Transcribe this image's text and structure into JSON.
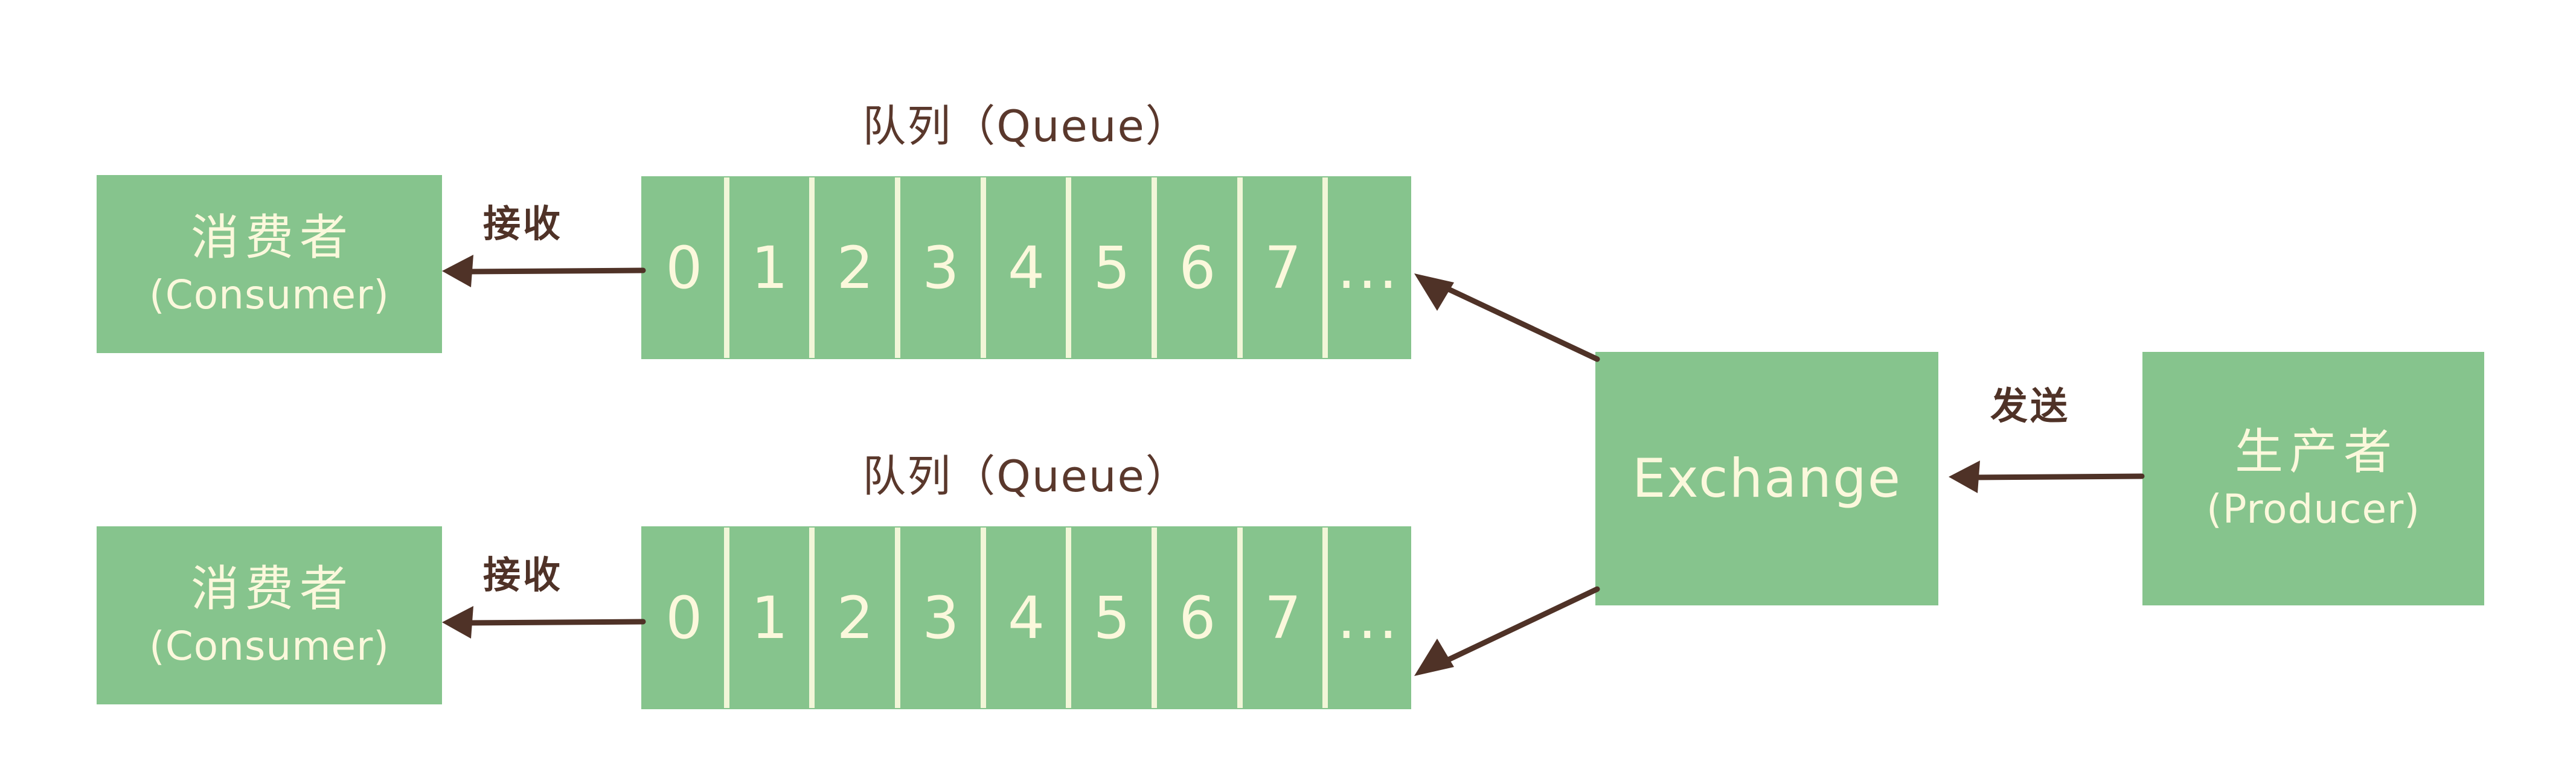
{
  "diagram": {
    "title": "RabbitMQ Producer / Exchange / Queue / Consumer flow",
    "colors": {
      "box_fill": "#86c48d",
      "box_text": "#fbf8dc",
      "ink": "#4f3227",
      "divider": "#f2f6d8",
      "background": "#ffffff"
    }
  },
  "consumers": [
    {
      "cn": "消费者",
      "en": "(Consumer)"
    },
    {
      "cn": "消费者",
      "en": "(Consumer)"
    }
  ],
  "queues": [
    {
      "title": "队列（Queue）",
      "cells": [
        "0",
        "1",
        "2",
        "3",
        "4",
        "5",
        "6",
        "7",
        "..."
      ]
    },
    {
      "title": "队列（Queue）",
      "cells": [
        "0",
        "1",
        "2",
        "3",
        "4",
        "5",
        "6",
        "7",
        "..."
      ]
    }
  ],
  "exchange": {
    "label": "Exchange"
  },
  "producer": {
    "cn": "生产者",
    "en": "(Producer)"
  },
  "edge_labels": {
    "receive_top": "接收",
    "receive_bottom": "接收",
    "send": "发送"
  }
}
